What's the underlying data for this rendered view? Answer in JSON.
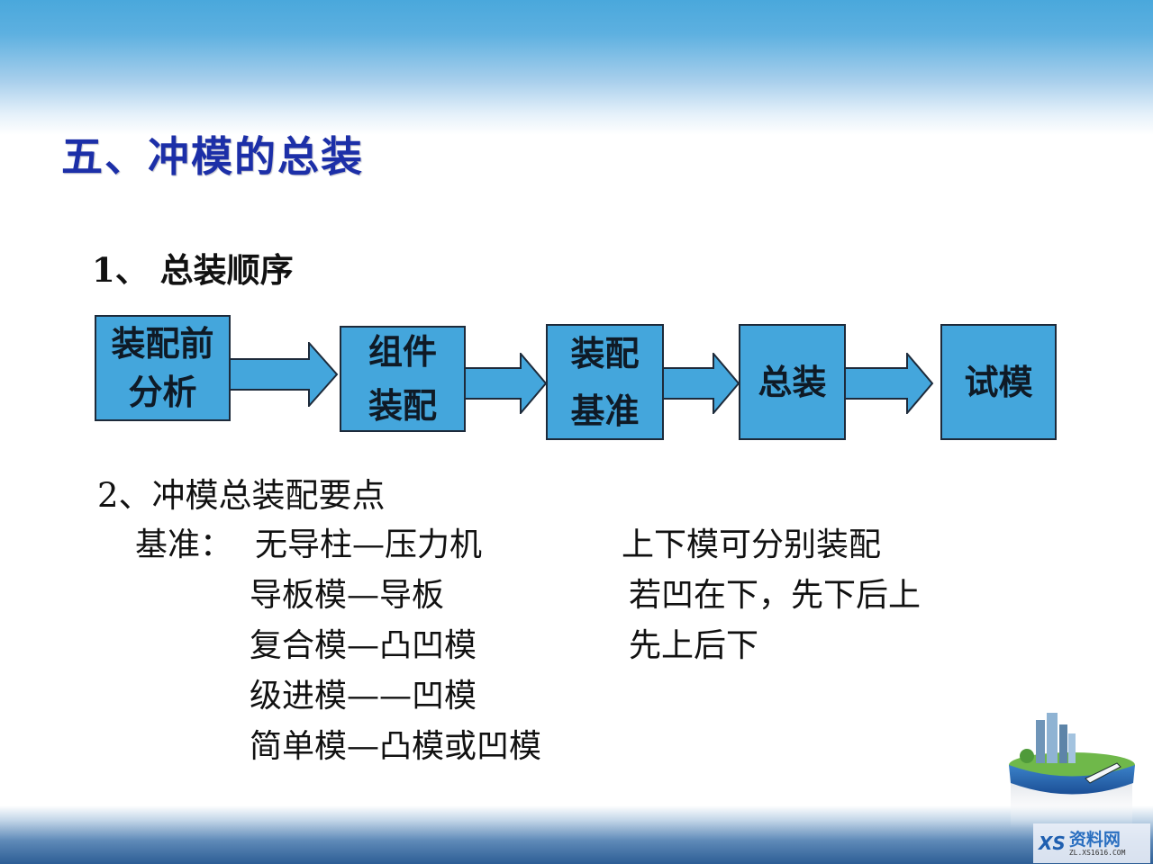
{
  "slide": {
    "title": "五、冲模的总装",
    "section1_heading": "1、 总装顺序",
    "section2_heading": "2、冲模总装配要点"
  },
  "flow": {
    "steps": [
      {
        "line1": "装配前",
        "line2": "分析"
      },
      {
        "line1": "组件",
        "line2": "装配"
      },
      {
        "line1": "装配",
        "line2": "基准"
      },
      {
        "line1": "总装",
        "line2": ""
      },
      {
        "line1": "试模",
        "line2": ""
      }
    ],
    "box_color": "#44a6dc",
    "border_color": "#1d2a3a"
  },
  "datum": {
    "label": "基准：",
    "items": [
      "无导柱—压力机",
      "导板模—导板",
      "复合模—凸凹模",
      "级进模——凹模",
      "简单模—凸模或凹模"
    ]
  },
  "notes": [
    "上下模可分别装配",
    "若凹在下，先下后上",
    "先上后下"
  ],
  "watermark": {
    "logo_text": "XS",
    "name": "资料网",
    "url": "ZL.XS1616.COM"
  },
  "colors": {
    "title": "#1c2fa8",
    "text": "#111111"
  }
}
